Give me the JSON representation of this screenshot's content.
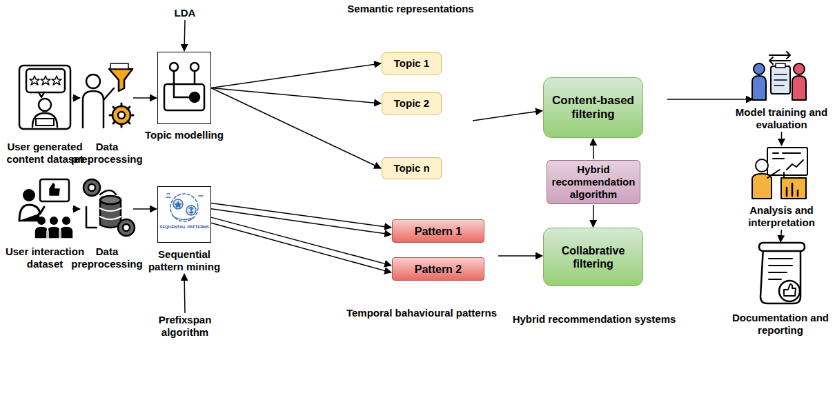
{
  "diagram": {
    "nodes": [
      {
        "text": [
          "User generated content dataset"
        ]
      },
      {
        "text": [
          "Data preprocessing"
        ]
      },
      {
        "text": [
          "LDA"
        ]
      },
      {
        "text": [
          "Topic modelling"
        ]
      },
      {
        "text": [
          "Semantic representations"
        ]
      },
      {
        "text": [
          "Topic 1"
        ],
        "in": 4
      },
      {
        "text": [
          "Topic 2"
        ],
        "in": 4
      },
      {
        "text": [
          "Topic n"
        ],
        "in": 4
      },
      {
        "text": [
          "User interaction dataset"
        ]
      },
      {
        "text": [
          "Data preprocessing"
        ]
      },
      {
        "text": [
          "Sequential pattern mining"
        ]
      },
      {
        "text": [
          "Prefixspan algorithm"
        ]
      },
      {
        "text": [
          "Temporal bahavioural patterns"
        ]
      },
      {
        "text": [
          "Pattern 1"
        ],
        "in": 12
      },
      {
        "text": [
          "Pattern 2"
        ],
        "in": 12
      },
      {
        "text": [
          "Hybrid recommendation systems"
        ]
      },
      {
        "text": [
          "Content-based filtering"
        ],
        "in": 15
      },
      {
        "text": [
          "Hybrid recommendation algorithm"
        ],
        "in": 15
      },
      {
        "text": [
          "Collabrative filtering"
        ],
        "in": 15
      },
      {
        "text": [
          "Model training and evaluation"
        ]
      },
      {
        "text": [
          "Analysis and interpretation"
        ]
      },
      {
        "text": [
          "Documentation and reporting"
        ]
      }
    ],
    "edges": [
      {
        "from": 0,
        "to": 1,
        "arrow": "to"
      },
      {
        "from": 1,
        "to": 3,
        "arrow": "to"
      },
      {
        "from": 2,
        "to": 3,
        "arrow": "to"
      },
      {
        "from": 3,
        "to": 5,
        "arrow": "to"
      },
      {
        "from": 3,
        "to": 6,
        "arrow": "to"
      },
      {
        "from": 3,
        "to": 7,
        "arrow": "to"
      },
      {
        "from": 4,
        "to": 16,
        "arrow": "to"
      },
      {
        "from": 8,
        "to": 9,
        "arrow": "to"
      },
      {
        "from": 9,
        "to": 10,
        "arrow": "to"
      },
      {
        "from": 11,
        "to": 10,
        "arrow": "to"
      },
      {
        "from": 10,
        "to": 13,
        "arrow": "to"
      },
      {
        "from": 10,
        "to": 13,
        "arrow": "to"
      },
      {
        "from": 10,
        "to": 14,
        "arrow": "to"
      },
      {
        "from": 10,
        "to": 14,
        "arrow": "to"
      },
      {
        "from": 12,
        "to": 18,
        "arrow": "to"
      },
      {
        "from": 17,
        "to": 16,
        "arrow": "to"
      },
      {
        "from": 17,
        "to": 18,
        "arrow": "to"
      },
      {
        "from": 15,
        "to": 19,
        "arrow": "to"
      },
      {
        "from": 19,
        "to": 20,
        "arrow": "to"
      },
      {
        "from": 20,
        "to": 21,
        "arrow": "to"
      }
    ],
    "labels": [
      "SEQUENTIAL PATTERNS"
    ]
  }
}
